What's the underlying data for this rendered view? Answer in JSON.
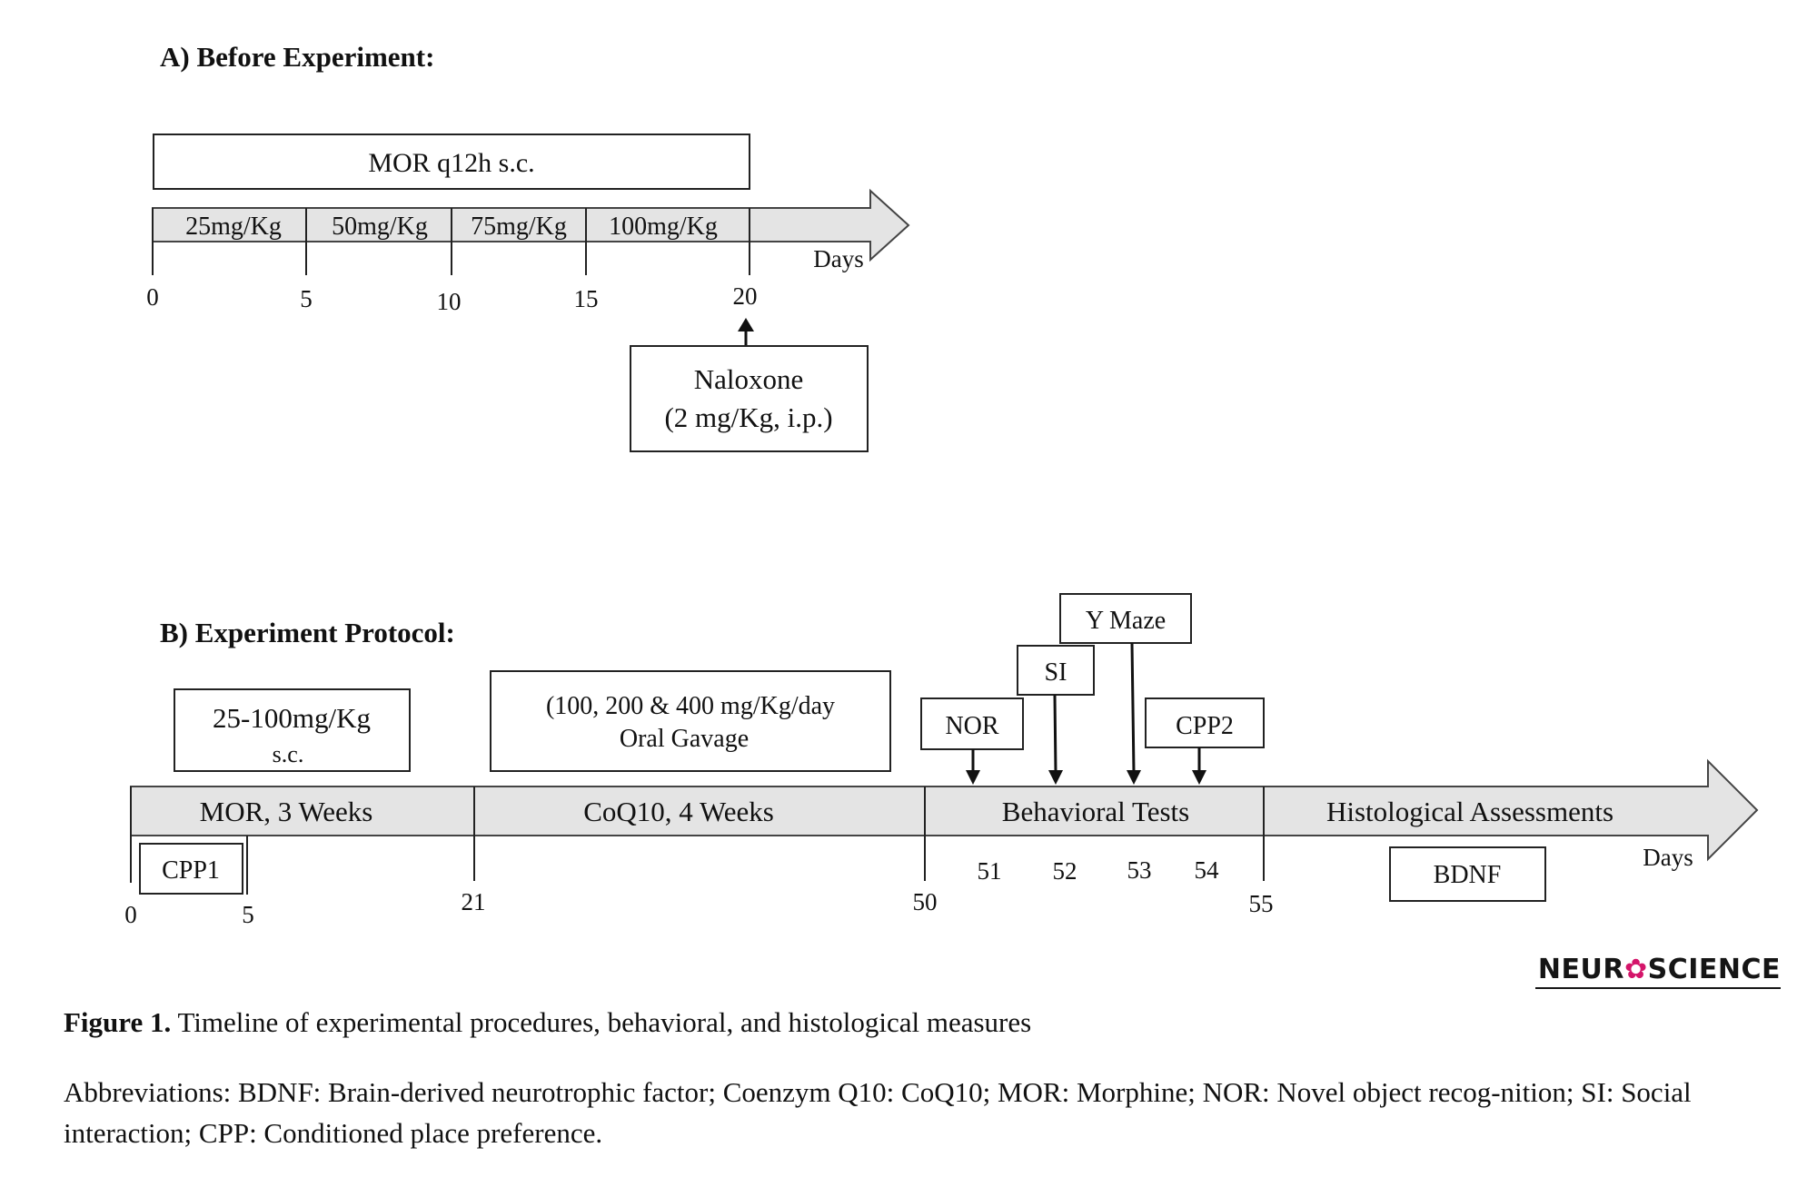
{
  "panelA": {
    "title": "A)   Before Experiment:",
    "mor_box": "MOR q12h s.c.",
    "doses": [
      "25mg/Kg",
      "50mg/Kg",
      "75mg/Kg",
      "100mg/Kg"
    ],
    "days_label": "Days",
    "ticks": [
      "0",
      "5",
      "10",
      "15",
      "20"
    ],
    "naloxone_line1": "Naloxone",
    "naloxone_line2": "(2 mg/Kg, i.p.)"
  },
  "panelB": {
    "title": "B)   Experiment Protocol:",
    "mor_dose_line1": "25-100mg/Kg",
    "mor_dose_line2": "s.c.",
    "coq10_line1": "(100, 200 & 400 mg/Kg/day",
    "coq10_line2": "Oral Gavage",
    "tests": {
      "nor": "NOR",
      "si": "SI",
      "ymaze": "Y Maze",
      "cpp2": "CPP2"
    },
    "segments": [
      "MOR, 3 Weeks",
      "CoQ10, 4 Weeks",
      "Behavioral Tests",
      "Histological Assessments"
    ],
    "cpp1": "CPP1",
    "bdnf": "BDNF",
    "days_label": "Days",
    "test_days": [
      "51",
      "52",
      "53",
      "54"
    ],
    "ticks": [
      "0",
      "5",
      "21",
      "50",
      "55"
    ]
  },
  "logo": {
    "part1": "NEUR",
    "part2": "SCIENCE",
    "accent": "#d4156a"
  },
  "caption": {
    "figure_label": "Figure 1.",
    "figure_text": " Timeline of experimental procedures, behavioral, and histological measures",
    "abbreviations": "Abbreviations: BDNF: Brain-derived neurotrophic factor; Coenzym Q10: CoQ10; MOR: Morphine; NOR: Novel object recog-nition; SI: Social interaction; CPP: Conditioned place preference."
  }
}
